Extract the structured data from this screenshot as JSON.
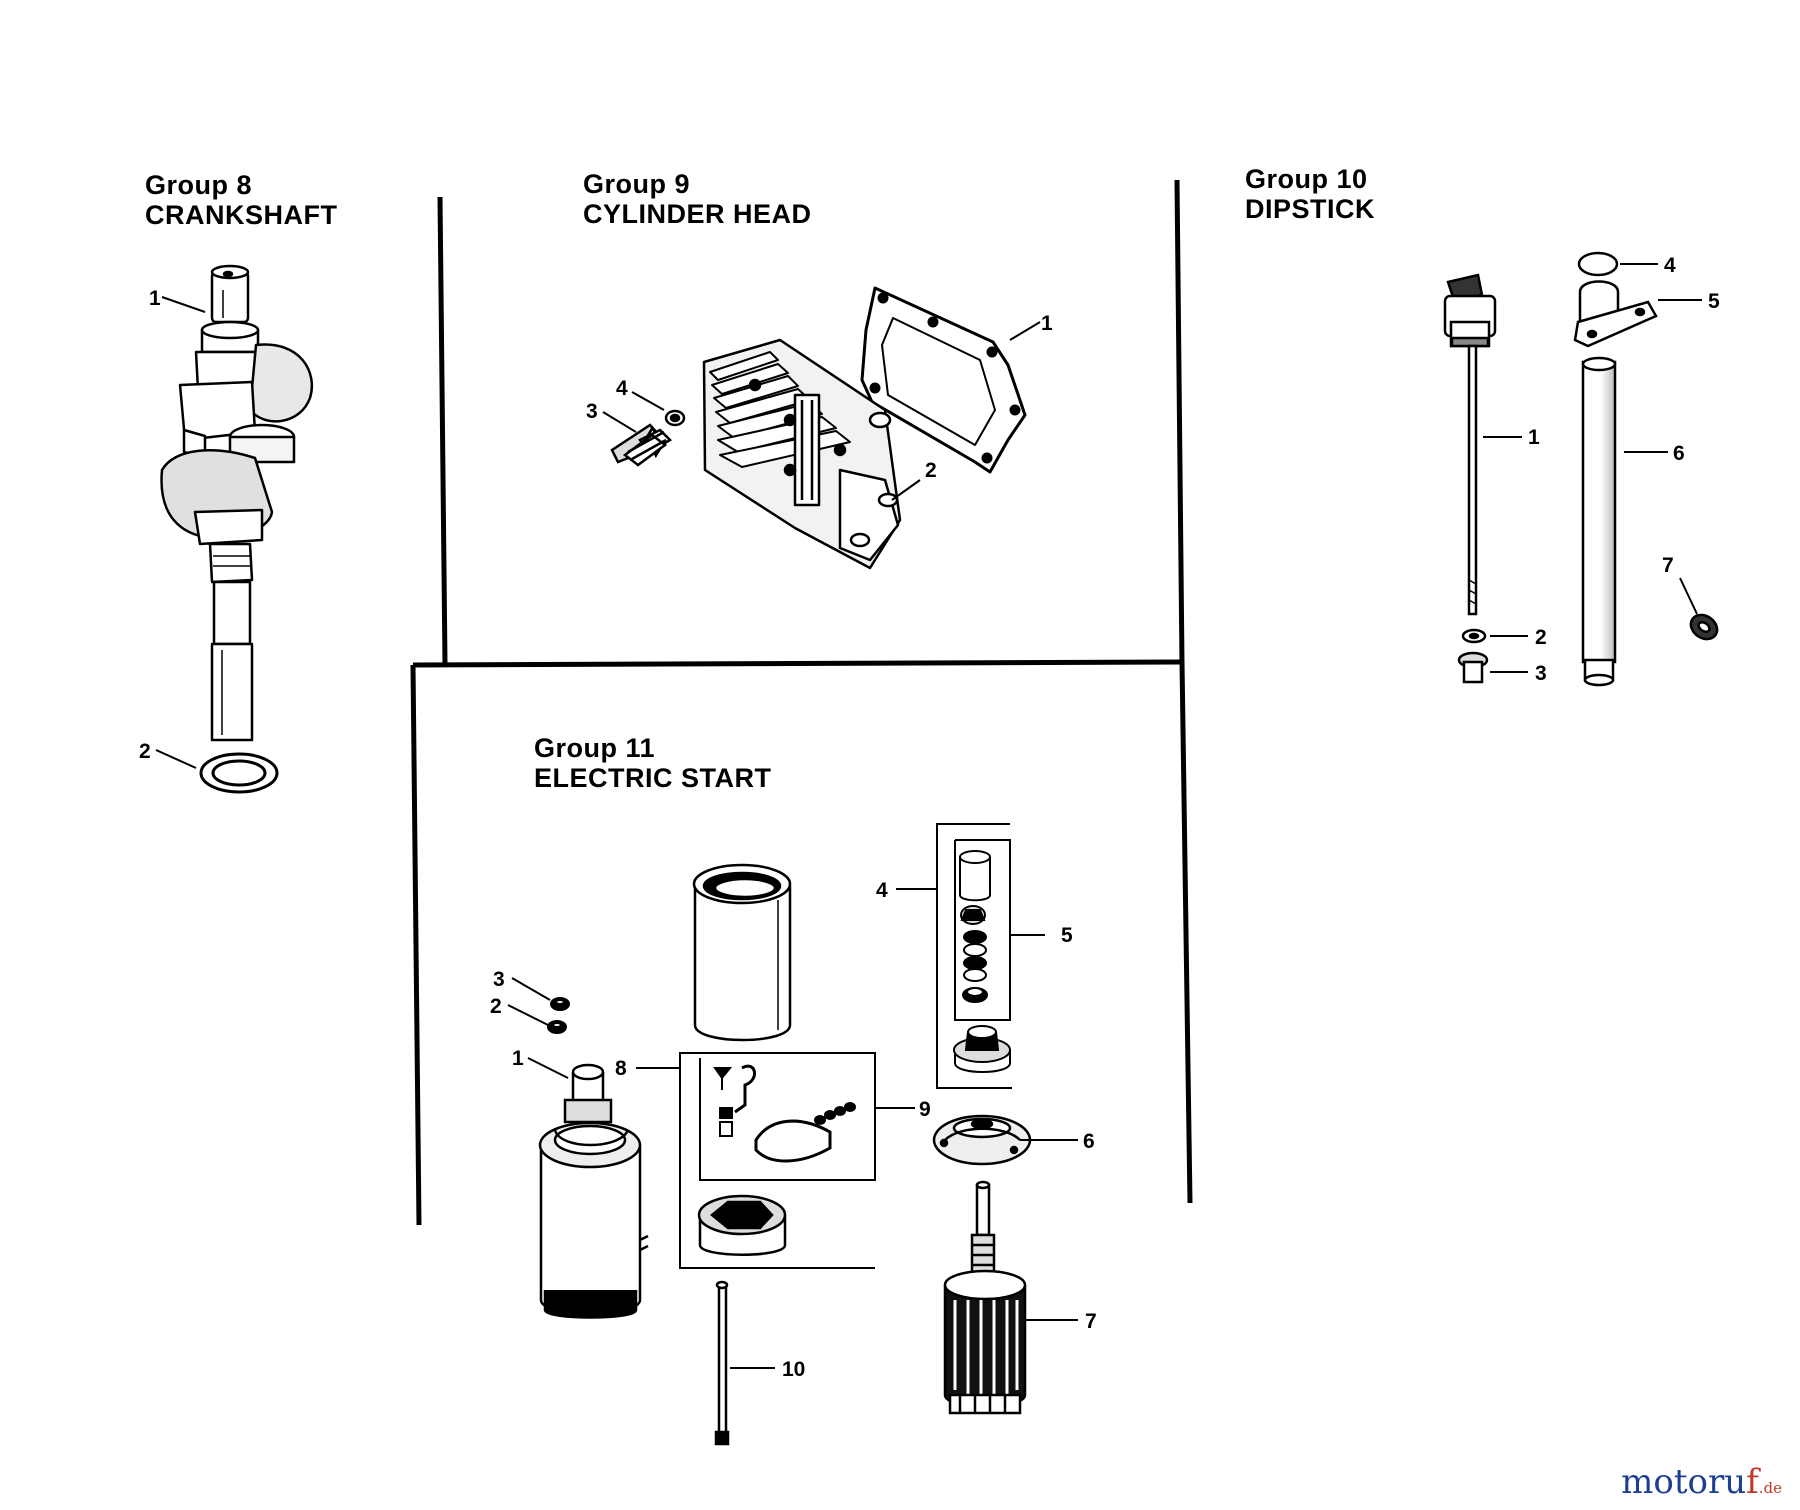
{
  "groups": [
    {
      "number": "Group 8",
      "name": "CRANKSHAFT",
      "callouts": [
        {
          "id": "g8-c1",
          "text": "1"
        },
        {
          "id": "g8-c2",
          "text": "2"
        }
      ]
    },
    {
      "number": "Group 9",
      "name": "CYLINDER HEAD",
      "callouts": [
        {
          "id": "g9-c1",
          "text": "1"
        },
        {
          "id": "g9-c2",
          "text": "2"
        },
        {
          "id": "g9-c3",
          "text": "3"
        },
        {
          "id": "g9-c4",
          "text": "4"
        }
      ]
    },
    {
      "number": "Group 10",
      "name": "DIPSTICK",
      "callouts": [
        {
          "id": "g10-c1",
          "text": "1"
        },
        {
          "id": "g10-c2",
          "text": "2"
        },
        {
          "id": "g10-c3",
          "text": "3"
        },
        {
          "id": "g10-c4",
          "text": "4"
        },
        {
          "id": "g10-c5",
          "text": "5"
        },
        {
          "id": "g10-c6",
          "text": "6"
        },
        {
          "id": "g10-c7",
          "text": "7"
        }
      ]
    },
    {
      "number": "Group 11",
      "name": "ELECTRIC START",
      "callouts": [
        {
          "id": "g11-c1",
          "text": "1"
        },
        {
          "id": "g11-c2",
          "text": "2"
        },
        {
          "id": "g11-c3",
          "text": "3"
        },
        {
          "id": "g11-c4",
          "text": "4"
        },
        {
          "id": "g11-c5",
          "text": "5"
        },
        {
          "id": "g11-c6",
          "text": "6"
        },
        {
          "id": "g11-c7",
          "text": "7"
        },
        {
          "id": "g11-c8",
          "text": "8"
        },
        {
          "id": "g11-c9",
          "text": "9"
        },
        {
          "id": "g11-c10",
          "text": "10"
        }
      ]
    }
  ],
  "watermark": {
    "brand_main": "motoru",
    "brand_accent": "f",
    "tld": ".de"
  },
  "colors": {
    "ink": "#000000",
    "paper": "#ffffff",
    "watermark_blue": "#1d3f8f",
    "watermark_red": "#c0392b"
  }
}
